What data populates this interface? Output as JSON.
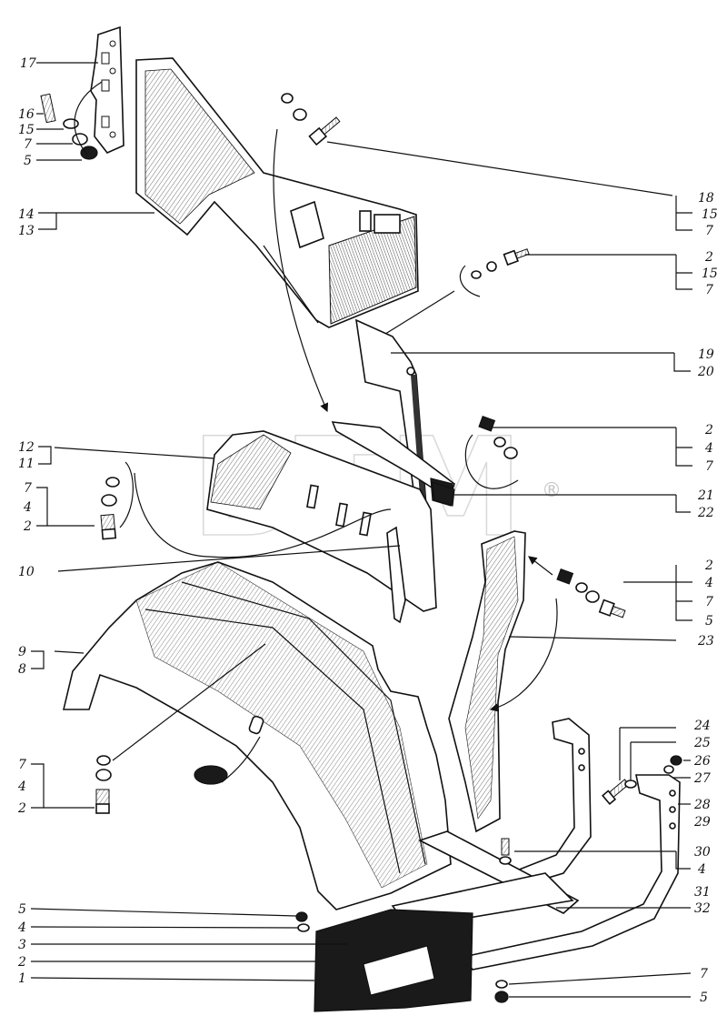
{
  "watermark": {
    "text": "BTM",
    "registered": "®"
  },
  "labels_left": [
    "17",
    "16",
    "15",
    "7",
    "5",
    "14",
    "13",
    "12",
    "11",
    "7",
    "4",
    "2",
    "10",
    "9",
    "8",
    "7",
    "4",
    "2",
    "5",
    "4",
    "3",
    "2",
    "1"
  ],
  "labels_right": [
    "18",
    "15",
    "7",
    "2",
    "15",
    "7",
    "19",
    "20",
    "2",
    "4",
    "7",
    "21",
    "22",
    "2",
    "4",
    "7",
    "5",
    "23",
    "24",
    "25",
    "26",
    "27",
    "28",
    "29",
    "30",
    "4",
    "31",
    "32",
    "7",
    "5"
  ]
}
